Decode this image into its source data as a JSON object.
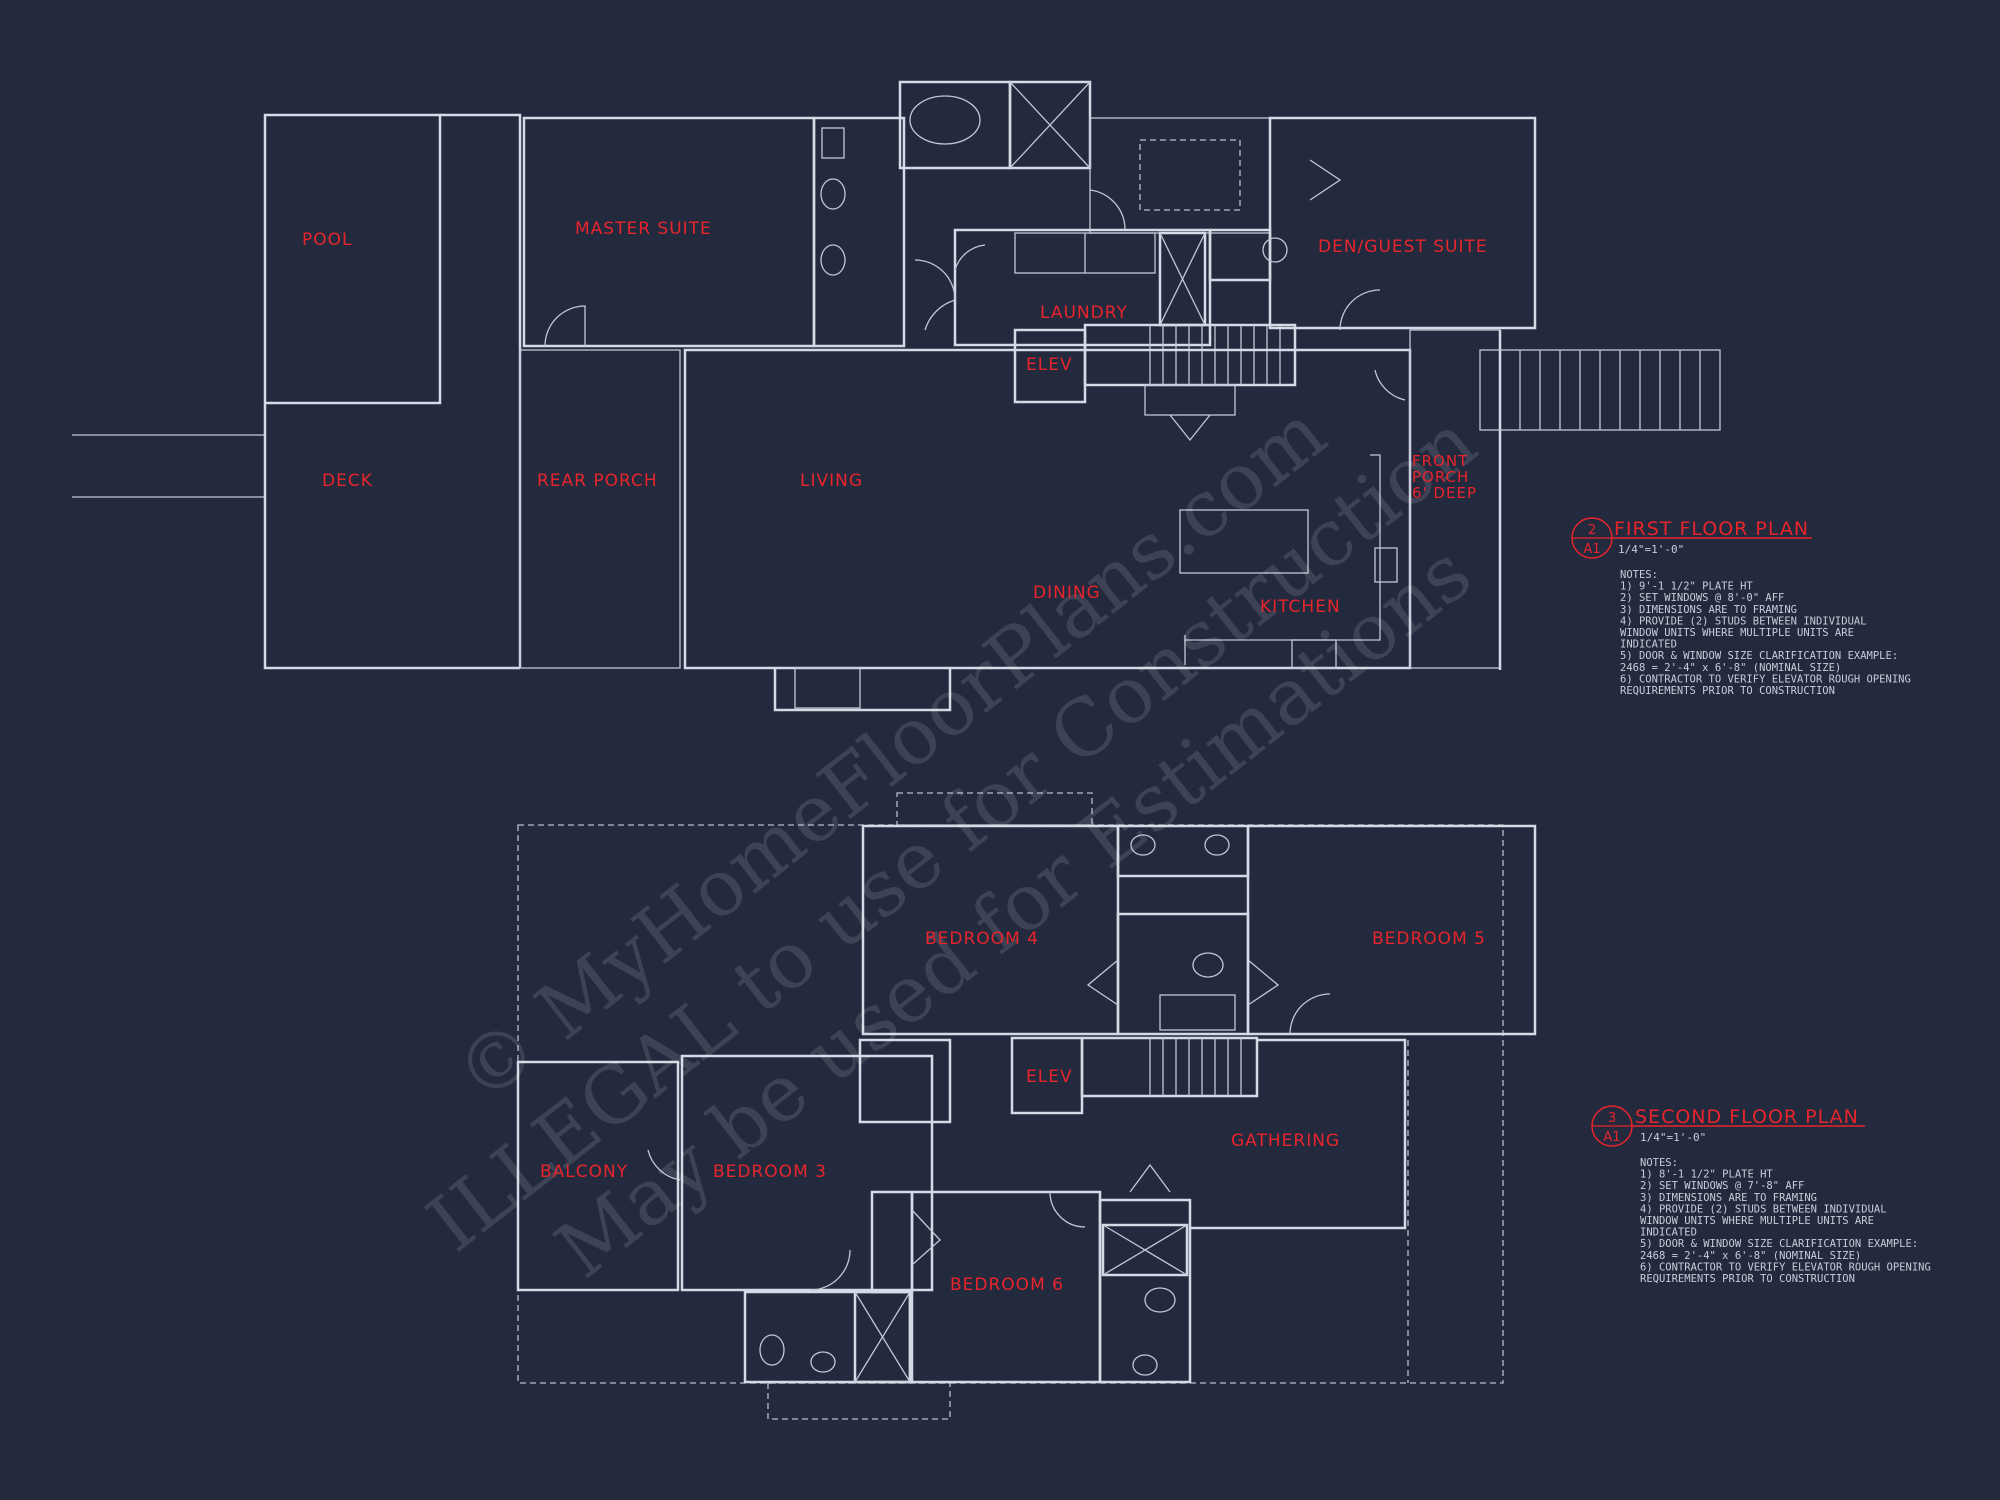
{
  "first_floor": {
    "rooms": {
      "pool": "POOL",
      "master_suite": "MASTER SUITE",
      "laundry": "LAUNDRY",
      "den_guest_suite": "DEN/GUEST SUITE",
      "elev": "ELEV",
      "deck": "DECK",
      "rear_porch": "REAR PORCH",
      "living": "LIVING",
      "front_porch_1": "FRONT",
      "front_porch_2": "PORCH",
      "front_porch_3": "6' DEEP",
      "dining": "DINING",
      "kitchen": "KITCHEN"
    },
    "badge_num": "2",
    "badge_sheet": "A1",
    "title": "FIRST FLOOR PLAN",
    "scale": "1/4\"=1'-0\"",
    "notes": [
      "NOTES:",
      "1) 9'-1 1/2\" PLATE HT",
      "2) SET WINDOWS @ 8'-0\" AFF",
      "3) DIMENSIONS ARE TO FRAMING",
      "4) PROVIDE (2) STUDS BETWEEN INDIVIDUAL",
      "      WINDOW UNITS WHERE MULTIPLE UNITS ARE",
      "INDICATED",
      "5) DOOR & WINDOW SIZE CLARIFICATION EXAMPLE:",
      "      2468 = 2'-4\" x 6'-8\" (NOMINAL SIZE)",
      "6) CONTRACTOR TO VERIFY ELEVATOR ROUGH OPENING",
      "      REQUIREMENTS PRIOR TO CONSTRUCTION"
    ]
  },
  "second_floor": {
    "rooms": {
      "bedroom_4": "BEDROOM 4",
      "bedroom_5": "BEDROOM 5",
      "elev": "ELEV",
      "gathering": "GATHERING",
      "balcony": "BALCONY",
      "bedroom_3": "BEDROOM 3",
      "bedroom_6": "BEDROOM 6"
    },
    "badge_num": "3",
    "badge_sheet": "A1",
    "title": "SECOND FLOOR PLAN",
    "scale": "1/4\"=1'-0\"",
    "notes": [
      "NOTES:",
      "1) 8'-1 1/2\" PLATE HT",
      "2) SET WINDOWS @ 7'-8\" AFF",
      "3) DIMENSIONS ARE TO FRAMING",
      "4) PROVIDE (2) STUDS BETWEEN INDIVIDUAL",
      "      WINDOW UNITS WHERE MULTIPLE UNITS ARE",
      "INDICATED",
      "5) DOOR & WINDOW SIZE CLARIFICATION EXAMPLE:",
      "      2468 = 2'-4\" x 6'-8\" (NOMINAL SIZE)",
      "6) CONTRACTOR TO VERIFY ELEVATOR ROUGH OPENING",
      "      REQUIREMENTS PRIOR TO CONSTRUCTION"
    ]
  },
  "watermark": {
    "line1": "© MyHomeFloorPlans.com",
    "line2": "ILLEGAL to use for Construction",
    "line3": "May be used for Estimations"
  },
  "colors": {
    "background": "#232a3d",
    "linework": "#d6dae6",
    "labels": "#e8242c"
  }
}
